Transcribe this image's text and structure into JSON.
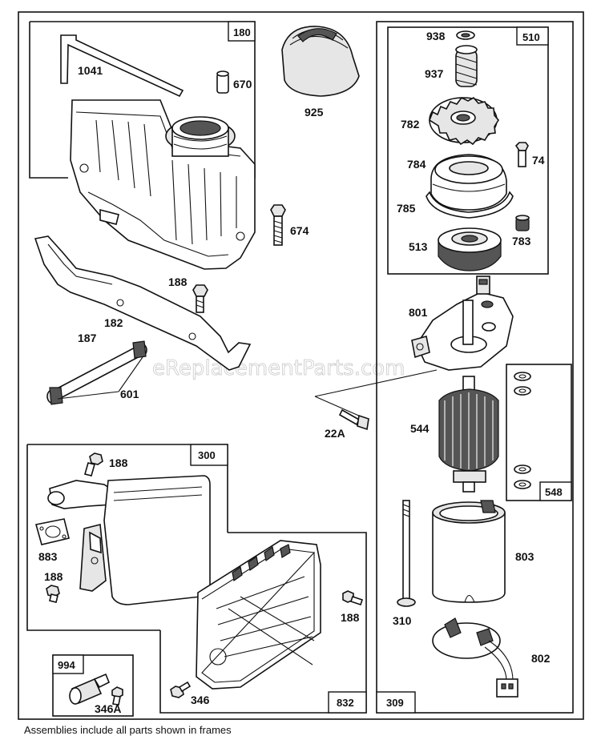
{
  "watermark": "eReplacementParts.com",
  "footer_note": "Assemblies include all parts shown in frames",
  "frames": {
    "f180": "180",
    "f510": "510",
    "f548": "548",
    "f300": "300",
    "f832": "832",
    "f994": "994",
    "f309": "309"
  },
  "parts": {
    "p1041": "1041",
    "p670": "670",
    "p925": "925",
    "p674": "674",
    "p188a": "188",
    "p182": "182",
    "p187": "187",
    "p601": "601",
    "p22a": "22A",
    "p938": "938",
    "p937": "937",
    "p782": "782",
    "p74": "74",
    "p784": "784",
    "p785": "785",
    "p513": "513",
    "p783": "783",
    "p801": "801",
    "p544": "544",
    "p803": "803",
    "p310": "310",
    "p802": "802",
    "p188b": "188",
    "p883": "883",
    "p188c": "188",
    "p188d": "188",
    "p346": "346",
    "p346a": "346A"
  }
}
